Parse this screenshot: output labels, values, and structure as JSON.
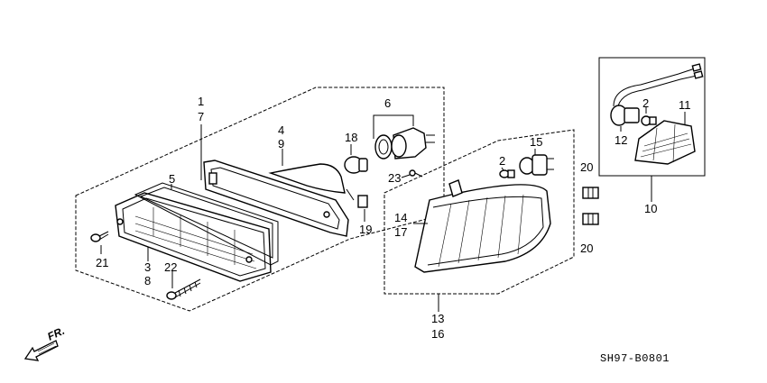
{
  "callouts": {
    "c1": "1",
    "c7": "7",
    "c4": "4",
    "c9": "9",
    "c6": "6",
    "c18": "18",
    "c5": "5",
    "c23": "23",
    "c19": "19",
    "c21": "21",
    "c3": "3",
    "c8": "8",
    "c22": "22",
    "c2a": "2",
    "c15": "15",
    "c14": "14",
    "c17": "17",
    "c13": "13",
    "c16": "16",
    "c20a": "20",
    "c20b": "20",
    "c2b": "2",
    "c11": "11",
    "c12": "12",
    "c10": "10"
  },
  "direction_label": "FR.",
  "diagram_code": "SH97-B0801",
  "icons": {
    "front_arrow": "arrow-down-left-icon"
  }
}
